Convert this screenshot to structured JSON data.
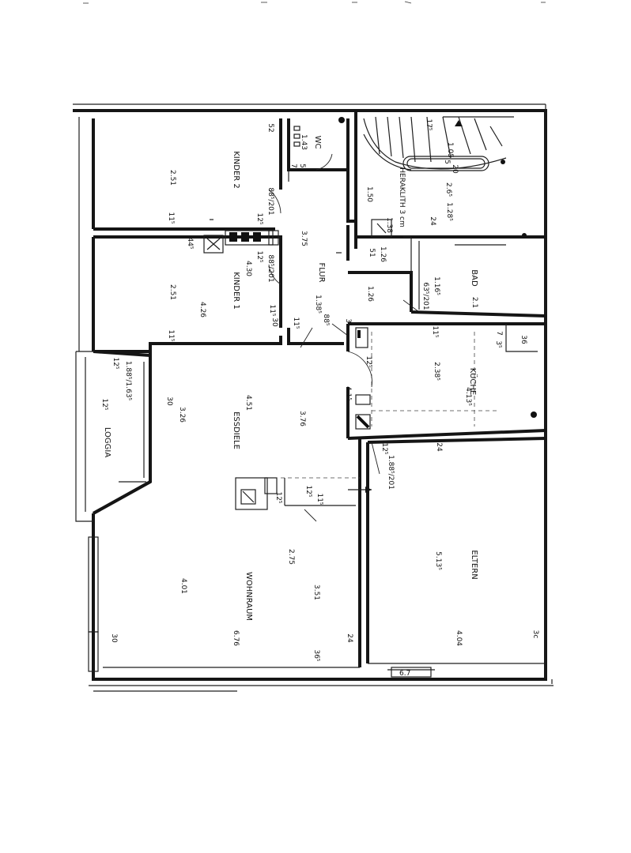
{
  "rooms": {
    "kinder2": "KINDER 2",
    "kinder1": "KINDER 1",
    "wc": "WC",
    "flur": "FLUR",
    "bad": "BAD",
    "kueche": "KÜCHE",
    "loggia": "LOGGIA",
    "essdiele": "ESSDIELE",
    "wohnraum": "WOHNRAUM",
    "eltern": "ELTERN",
    "heraklith": "HERAKLITH 3 cm"
  },
  "dims": {
    "k2_w": "2.51",
    "k2_d": "52",
    "k2_b": "11⁵",
    "k2_c": "12⁵",
    "k2_door": "88⁵/201",
    "wc_w": "1.43",
    "wc_a": "7",
    "wc_b": "5",
    "st_a": "17⁵",
    "st_b": "1.05",
    "st_c": "2.6⁵",
    "st_d": "1.28⁵",
    "st_e": "5",
    "st_f": "20",
    "st_g": "24",
    "st_h": "1.50",
    "k1_w": "2.51",
    "k1_d": "4.26",
    "k1_e": "4.30",
    "k1_a": "11⁵",
    "k1_b": "11⁵",
    "k1_c": "12⁵",
    "k1_door": "88⁵/201",
    "k1_f": "11⁵",
    "k1_g": "44⁵",
    "fl_w": "3.75",
    "fl_a": "51",
    "fl_b": "1.26",
    "fl_c": "1.38",
    "fl_d": "1.26",
    "fl_e": "1.38⁵",
    "fl_f": "88⁵",
    "fl_g": "3⁵",
    "fl_h": "30",
    "fl_i": "30",
    "bad_w": "1.16⁵",
    "bad_d": "2.1",
    "bad_e": "63⁵/201",
    "ku_w": "2.38⁵",
    "ku_d": "4.13⁵",
    "ku_a": "11⁵",
    "ku_b": "36",
    "ku_c": "7",
    "ku_e": "3⁵",
    "ku_f": "4.1⁵",
    "lo_a": "1.88⁵/1.63⁵",
    "lo_b": "12⁵",
    "lo_c": "12⁵",
    "es_a": "30",
    "es_b": "3.26",
    "es_c": "4.51",
    "es_d": "3.76",
    "es_e": "12⁵",
    "es_f": "11⁵",
    "el_a": "12⁵",
    "el_door": "1.88⁵/201",
    "el_w": "5.13⁵",
    "el_d": "4.04",
    "el_b": "24",
    "el_c": "3c",
    "wo_a": "4.01",
    "wo_b": "3.51",
    "wo_c": "6.76",
    "wo_d": "2.75",
    "wo_e": "30",
    "wo_f": "36⁵",
    "wo_g": "24",
    "wo_h": "12⁵",
    "wo_i": "12⁵",
    "bottom": "6.7"
  }
}
